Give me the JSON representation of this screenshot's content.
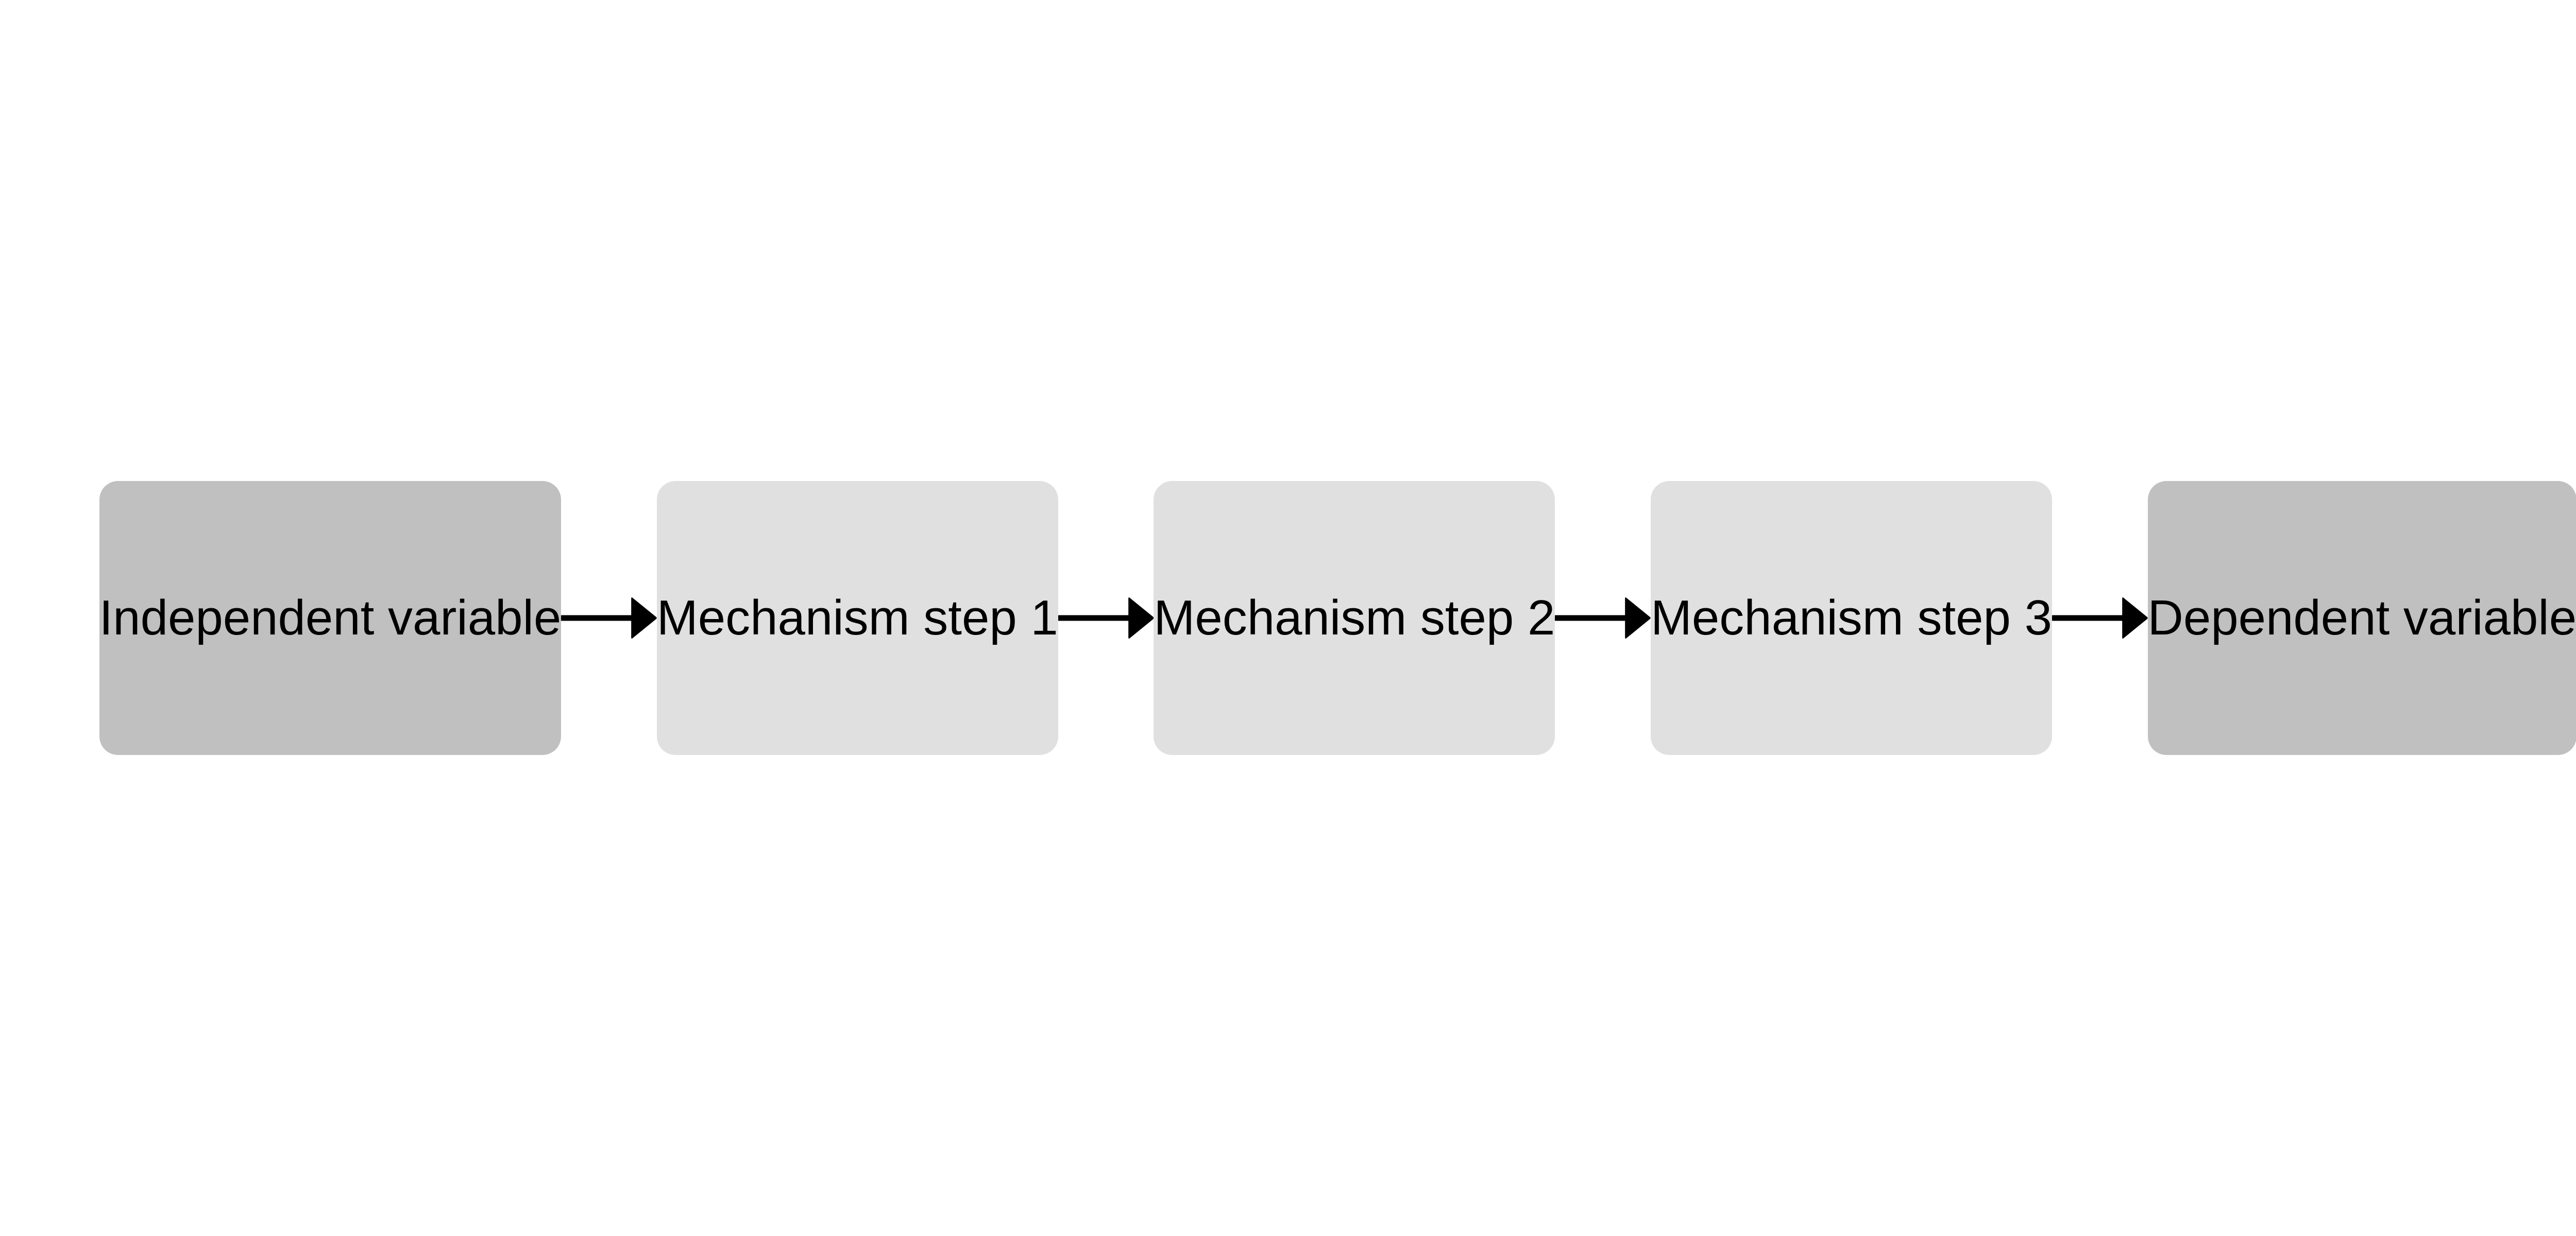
{
  "nodes": [
    {
      "label": "Independent variable",
      "color": "#c0c0c0"
    },
    {
      "label": "Mechanism step 1",
      "color": "#e0e0e0"
    },
    {
      "label": "Mechanism step 2",
      "color": "#e0e0e0"
    },
    {
      "label": "Mechanism step 3",
      "color": "#e0e0e0"
    },
    {
      "label": "Dependent variable",
      "color": "#c0c0c0"
    }
  ],
  "edges": [
    {
      "from": "Independent variable",
      "to": "Mechanism step 1"
    },
    {
      "from": "Mechanism step 1",
      "to": "Mechanism step 2"
    },
    {
      "from": "Mechanism step 2",
      "to": "Mechanism step 3"
    },
    {
      "from": "Mechanism step 3",
      "to": "Dependent variable"
    }
  ],
  "arrow_color": "#000000"
}
